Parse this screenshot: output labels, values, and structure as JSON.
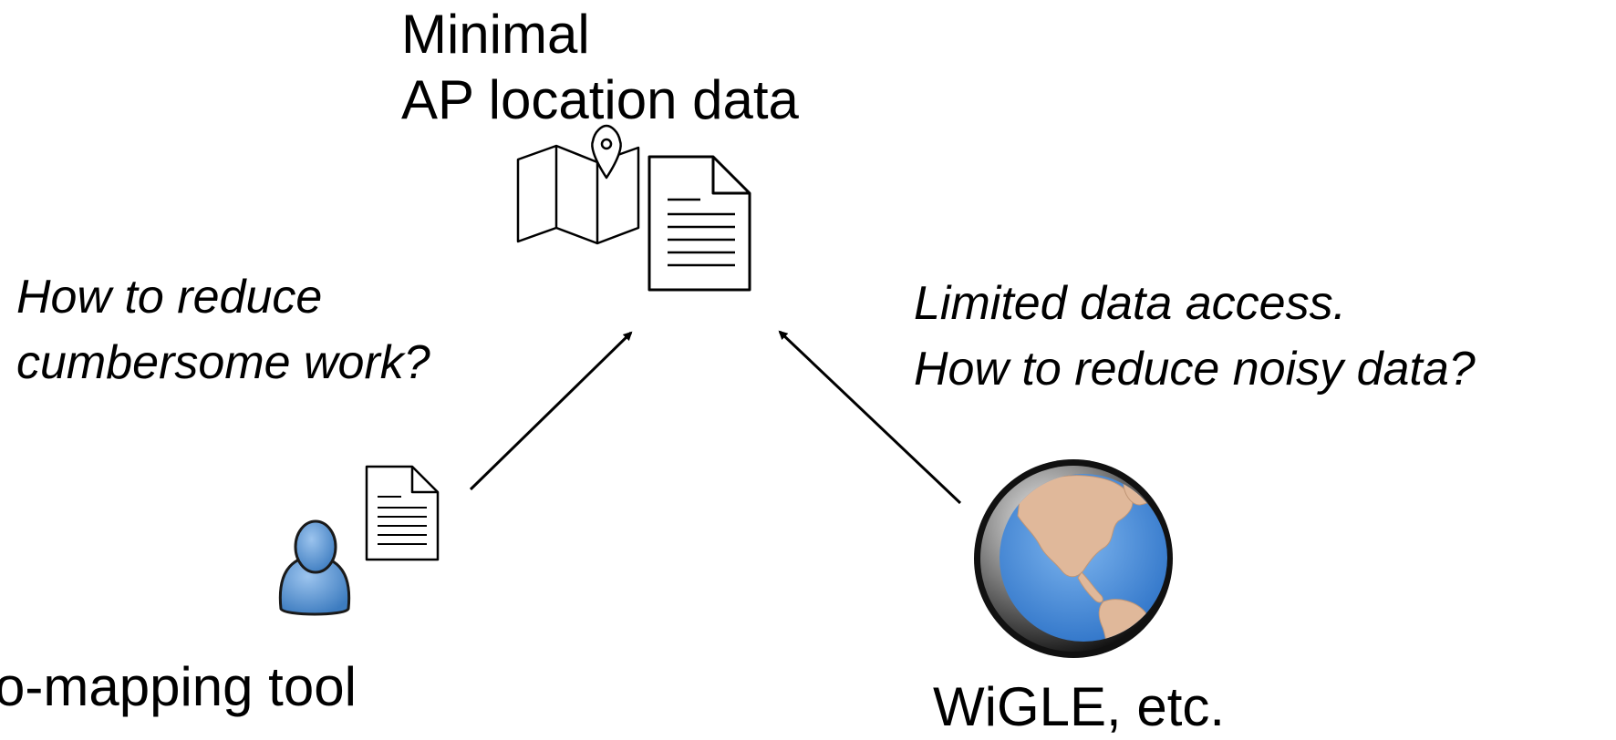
{
  "title": {
    "line1": "Minimal",
    "line2": "AP location data"
  },
  "left_question": {
    "line1": "How to reduce",
    "line2": "cumbersome work?"
  },
  "right_question": {
    "line1": "Limited data access.",
    "line2": "How to reduce noisy data?"
  },
  "left_source_label": "o-mapping tool",
  "right_source_label": "WiGLE, etc.",
  "icons": {
    "map": "map-pin-icon",
    "document": "document-icon",
    "person": "person-icon",
    "globe": "globe-icon"
  },
  "colors": {
    "person_fill": "#5b9bd5",
    "globe_ocean": "#4a90d9",
    "globe_land": "#e0b89a",
    "globe_rim": "#111111"
  }
}
